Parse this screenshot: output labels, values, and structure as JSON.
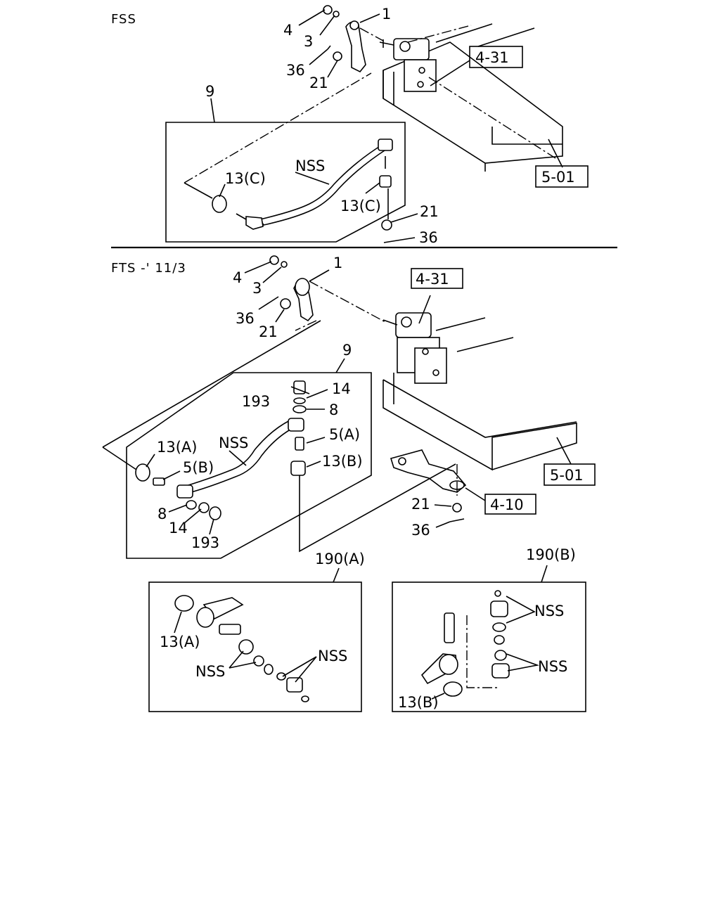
{
  "sections": {
    "top": "FSS",
    "middle": "FTS -' 11/3"
  },
  "refs": {
    "steering_gear": "4-31",
    "frame": "5-01",
    "knuckle_arm": "4-10"
  },
  "top_labels": {
    "pitman_arm": "1",
    "nut": "4",
    "washer": "3",
    "cotter_a": "36",
    "nut_a": "21",
    "drag_link_assy": "9",
    "nss_rod": "NSS",
    "boot_left": "13(C)",
    "boot_right": "13(C)",
    "nut_b": "21",
    "cotter_b": "36"
  },
  "mid_labels": {
    "pitman_arm": "1",
    "nut": "4",
    "washer": "3",
    "cotter_a": "36",
    "nut_a": "21",
    "drag_link_assy": "9",
    "plug_top": "193",
    "spring_top": "14",
    "ring_top": "8",
    "stud_a": "5(A)",
    "boot_b": "13(B)",
    "nss_rod": "NSS",
    "boot_a": "13(A)",
    "stud_b": "5(B)",
    "ring_bottom": "8",
    "spring_bottom": "14",
    "plug_bottom": "193",
    "nut_b": "21",
    "cotter_b": "36"
  },
  "detail_a": {
    "title": "190(A)",
    "boot": "13(A)",
    "nss_1": "NSS",
    "nss_2": "NSS"
  },
  "detail_b": {
    "title": "190(B)",
    "boot": "13(B)",
    "nss_1": "NSS",
    "nss_2": "NSS"
  }
}
